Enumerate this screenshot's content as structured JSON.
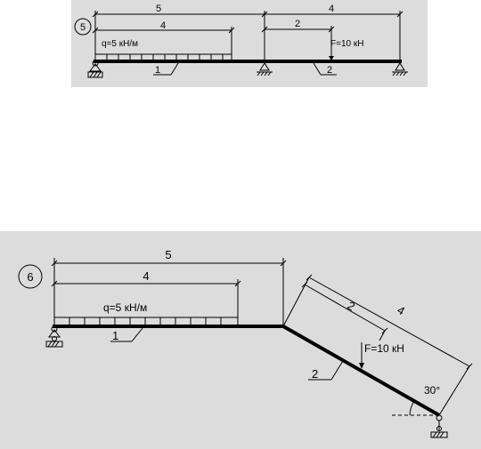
{
  "scheme1": {
    "number": "5",
    "dim_total_left": "5",
    "dim_total_right": "4",
    "dim_load": "4",
    "dim_force": "2",
    "load_label": "q=5 кН/м",
    "force_label": "F=10 кН",
    "bar1": "1",
    "bar2": "2"
  },
  "scheme2": {
    "number": "6",
    "dim_total": "5",
    "dim_load": "4",
    "dim_force": "2",
    "dim_incline": "4",
    "load_label": "q=5 кН/м",
    "force_label": "F=10 кН",
    "bar1": "1",
    "bar2": "2",
    "angle": "30°"
  }
}
